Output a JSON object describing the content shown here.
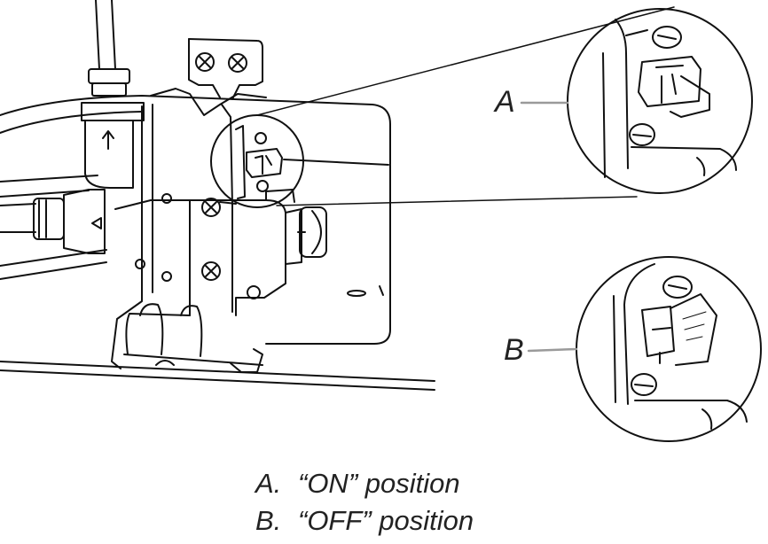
{
  "callouts": {
    "a_letter": "A",
    "b_letter": "B"
  },
  "legend": {
    "a_key": "A.",
    "a_text": "“ON” position",
    "b_key": "B.",
    "b_text": "“OFF” position"
  },
  "colors": {
    "line": "#111111",
    "leader": "#9a9a9a",
    "text": "#222222"
  },
  "icons": [
    "screw-icon",
    "flow-arrow-icon",
    "shutoff-valve-icon"
  ]
}
